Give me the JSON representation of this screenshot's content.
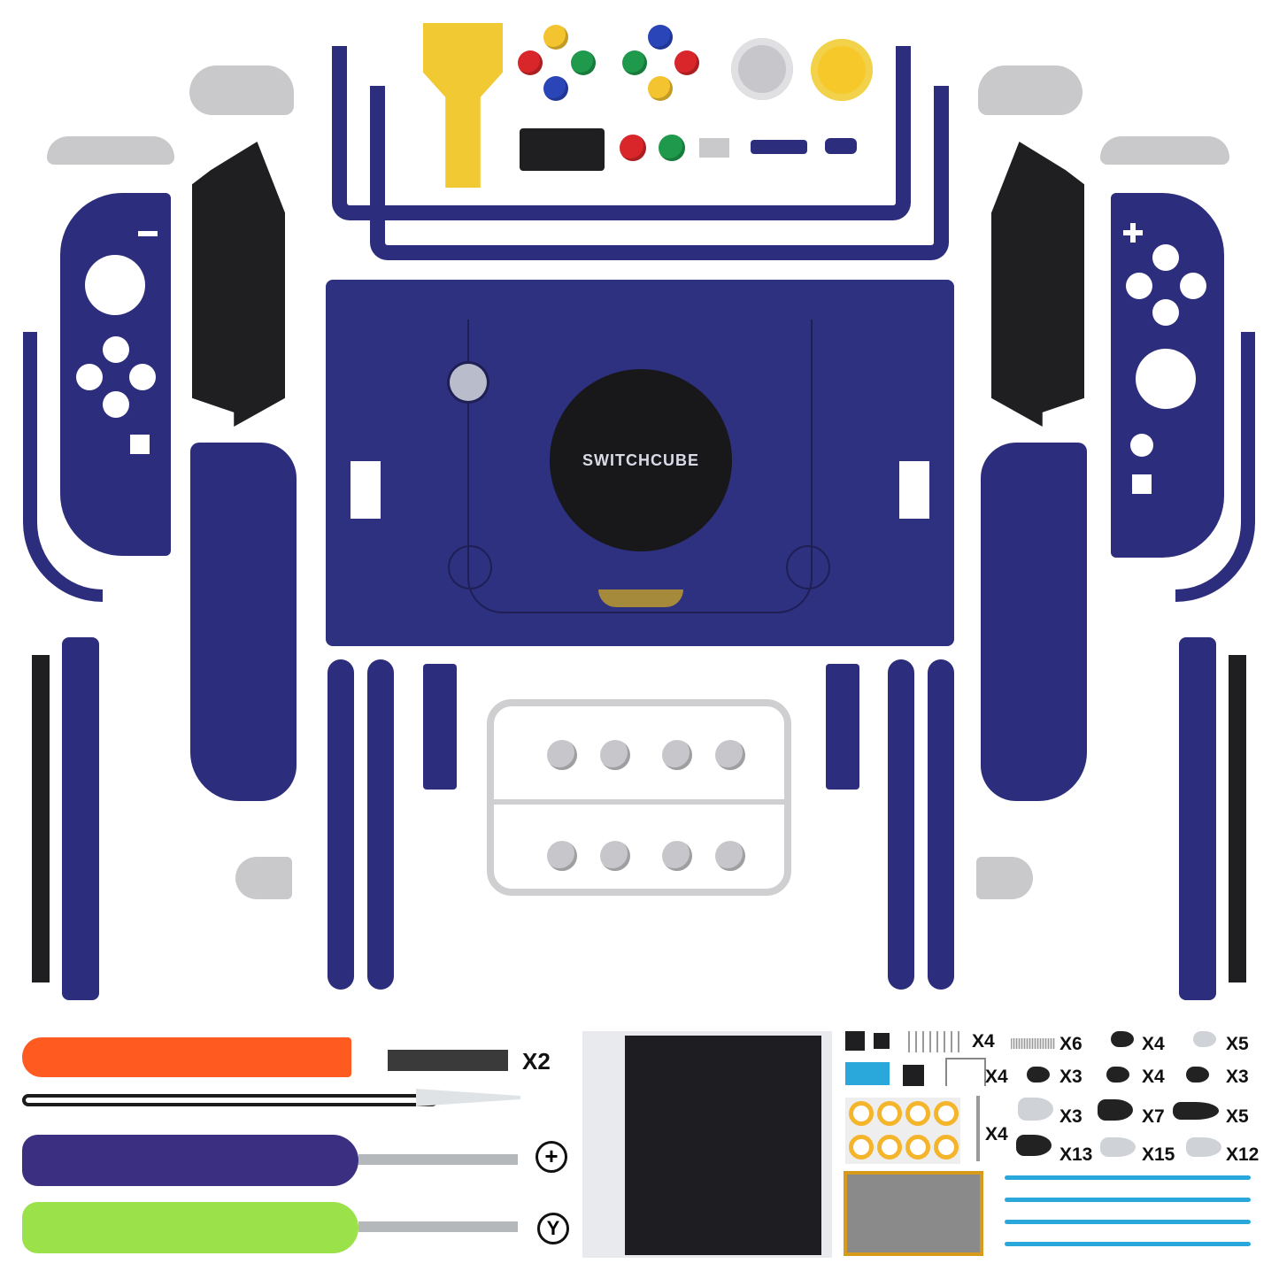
{
  "logo_text": "SWITCHCUBE",
  "colors": {
    "shell": "#2c2d7c",
    "accent_yellow": "#f4c430",
    "pry_tool": "#ff5a1f",
    "screwdriver_purple": "#3a2f80",
    "screwdriver_green": "#9be14a",
    "cable_tie": "#2aa8dc"
  },
  "icons": {
    "phillips": "phillips-cross-icon",
    "tri_wing": "tri-wing-icon"
  },
  "accessory_counts": {
    "foam": "X2",
    "springs_large": "X4",
    "springs_small": "X6",
    "wire_clips": "X4",
    "pins": "X4",
    "screws": [
      "X4",
      "X5",
      "X3",
      "X4",
      "X3",
      "X3",
      "X7",
      "X5",
      "X13",
      "X15",
      "X12"
    ]
  }
}
